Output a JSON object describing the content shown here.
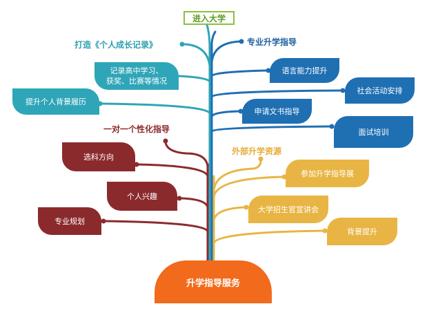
{
  "top_label": "进入大学",
  "root_label": "升学指导服务",
  "branches": {
    "teal": {
      "title": "打造《个人成长记录》",
      "items": [
        "记录高中学习、\n获奖、比赛等情况",
        "提升个人背景履历"
      ]
    },
    "blue": {
      "title": "专业升学指导",
      "items": [
        "语言能力提升",
        "社会活动安排",
        "申请文书指导",
        "面试培训"
      ]
    },
    "maroon": {
      "title": "一对一个性化指导",
      "items": [
        "选科方向",
        "个人兴趣",
        "专业规划"
      ]
    },
    "gold": {
      "title": "外部升学资源",
      "items": [
        "参加升学指导展",
        "大学招生官宣讲会",
        "背景提升"
      ]
    }
  },
  "colors": {
    "teal": "#2fa5b8",
    "blue": "#1f6fb3",
    "maroon": "#8b2a2d",
    "gold": "#e8b544",
    "top_border": "#8cbf3f",
    "root": "#f26a1b"
  }
}
